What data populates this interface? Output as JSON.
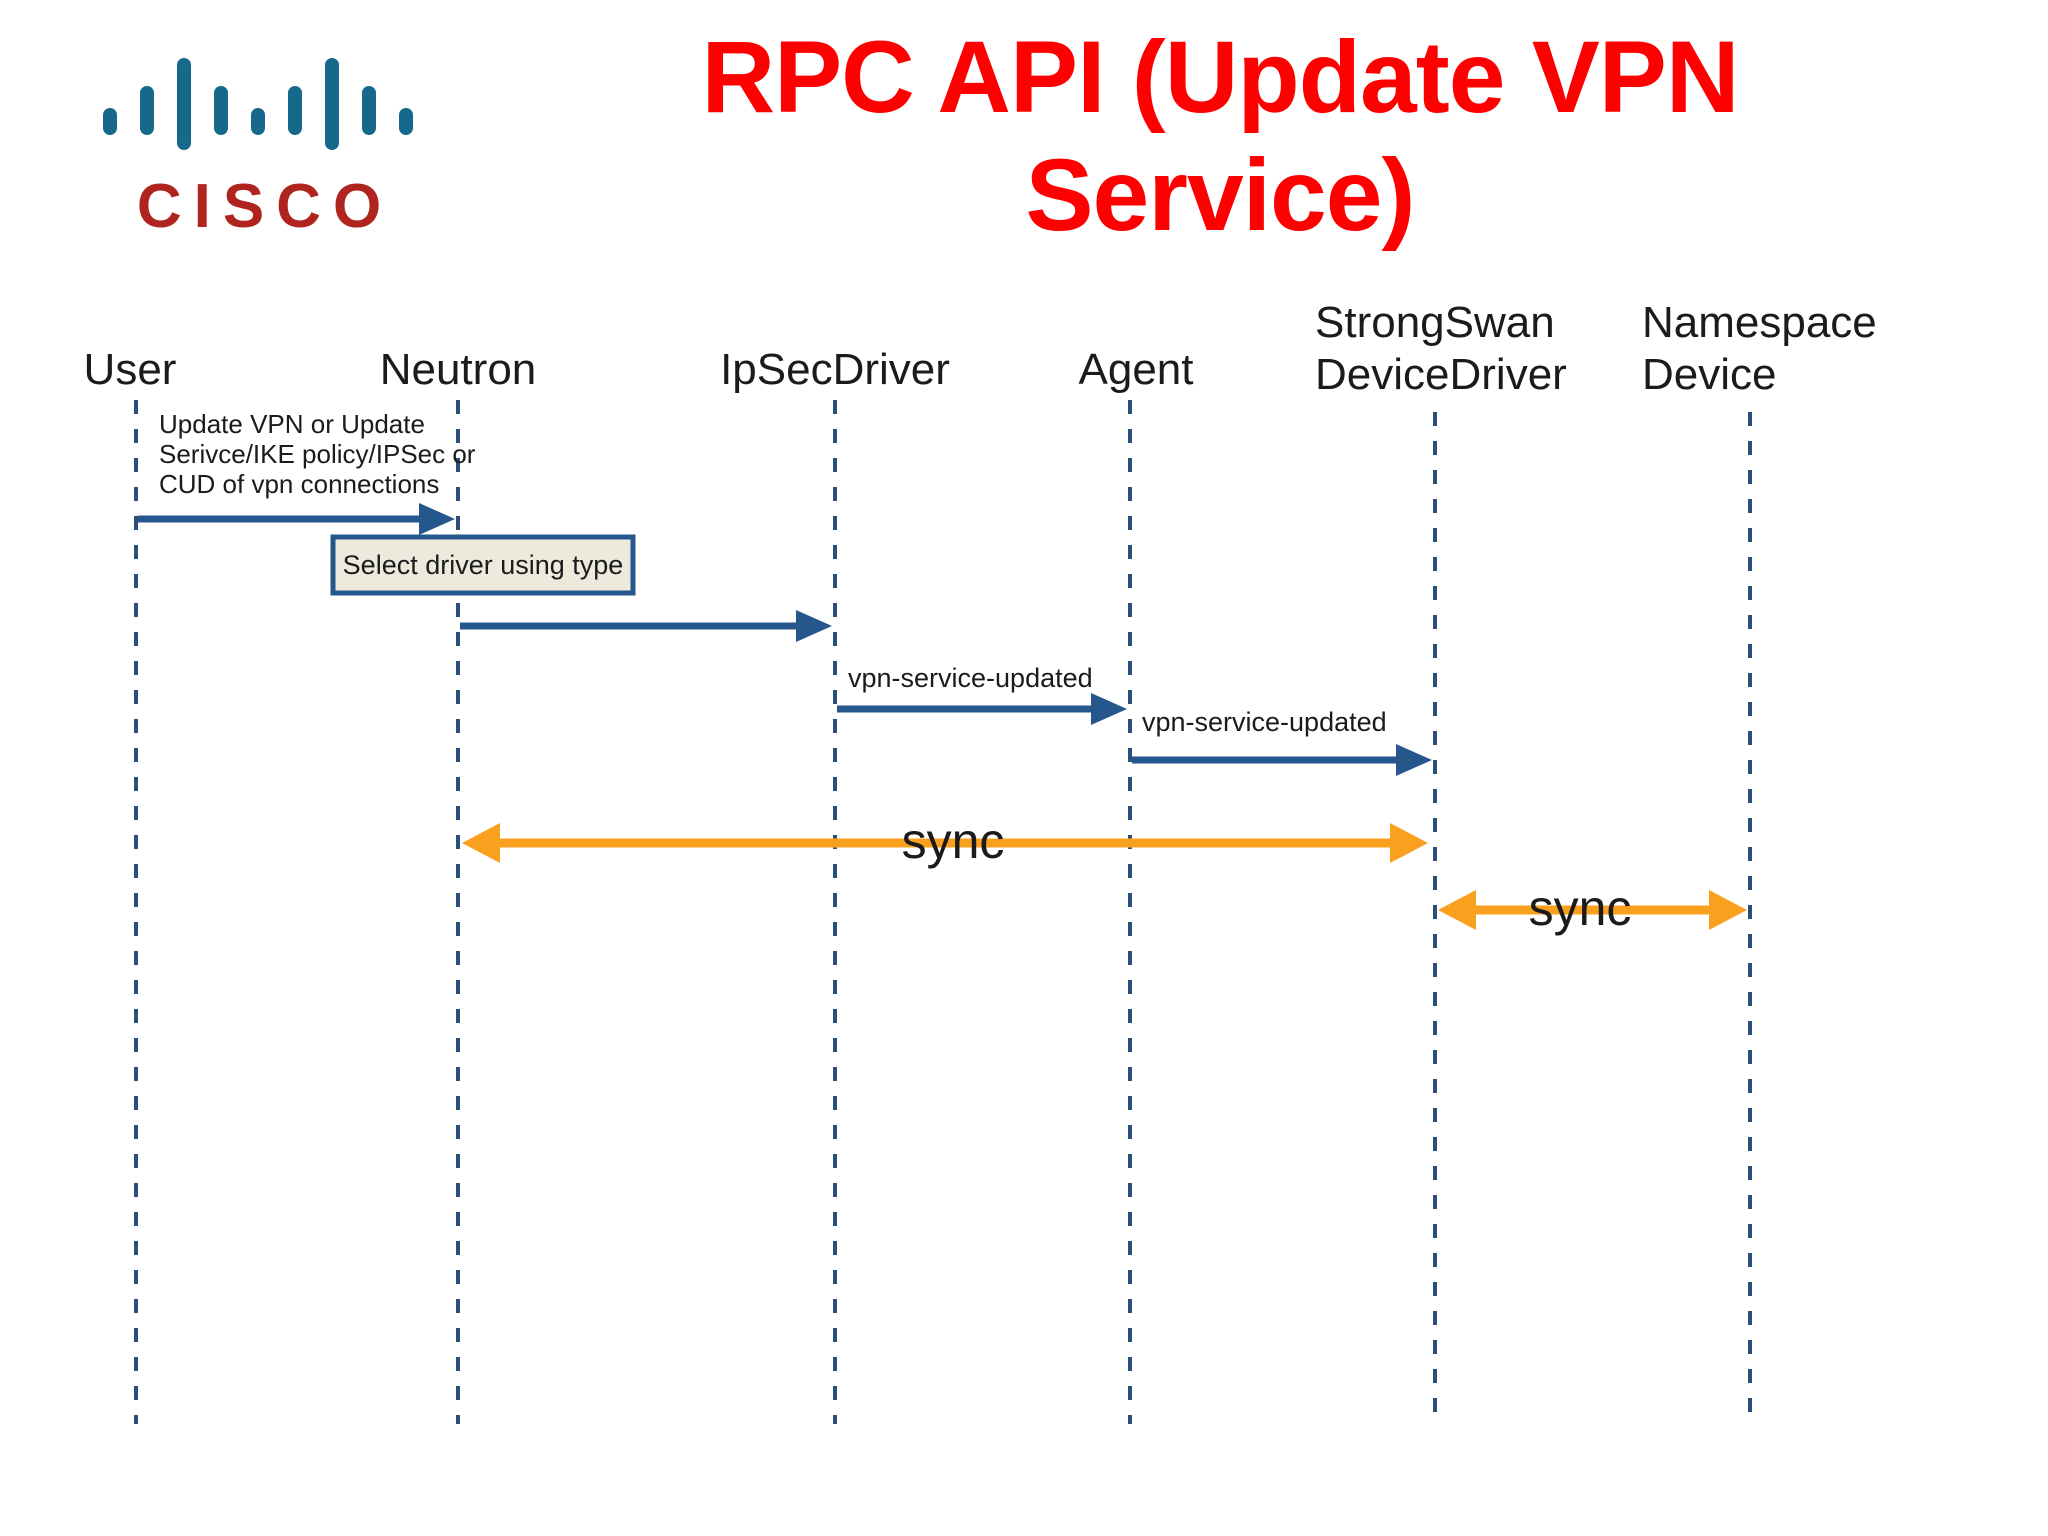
{
  "logo": {
    "brand": "CISCO"
  },
  "title": {
    "line1": "RPC API (Update VPN",
    "line2": "Service)"
  },
  "actors": [
    {
      "label": "User"
    },
    {
      "label": "Neutron"
    },
    {
      "label": "IpSecDriver"
    },
    {
      "label": "Agent"
    },
    {
      "label_line1": "StrongSwan",
      "label_line2": "DeviceDriver"
    },
    {
      "label_line1": "Namespace",
      "label_line2": "Device"
    }
  ],
  "notes": {
    "user_request_line1": "Update VPN or Update",
    "user_request_line2": "Serivce/IKE policy/IPSec or",
    "user_request_line3": "CUD of vpn connections",
    "select_driver": "Select driver using type"
  },
  "messages": {
    "ipsec_to_agent": "vpn-service-updated",
    "agent_to_strongswan": "vpn-service-updated",
    "sync_neutron_strongswan": "sync",
    "sync_strongswan_namespace": "sync"
  },
  "colors": {
    "title_red": "#FF0000",
    "logo_bars_blue": "#17698C",
    "logo_text_red": "#B0241F",
    "arrow_navy": "#25568C",
    "lifeline_navy": "#2B4E7D",
    "sync_orange": "#F9A11E",
    "note_box_fill": "#ECE9DD",
    "text_black": "#1B1B1B"
  }
}
